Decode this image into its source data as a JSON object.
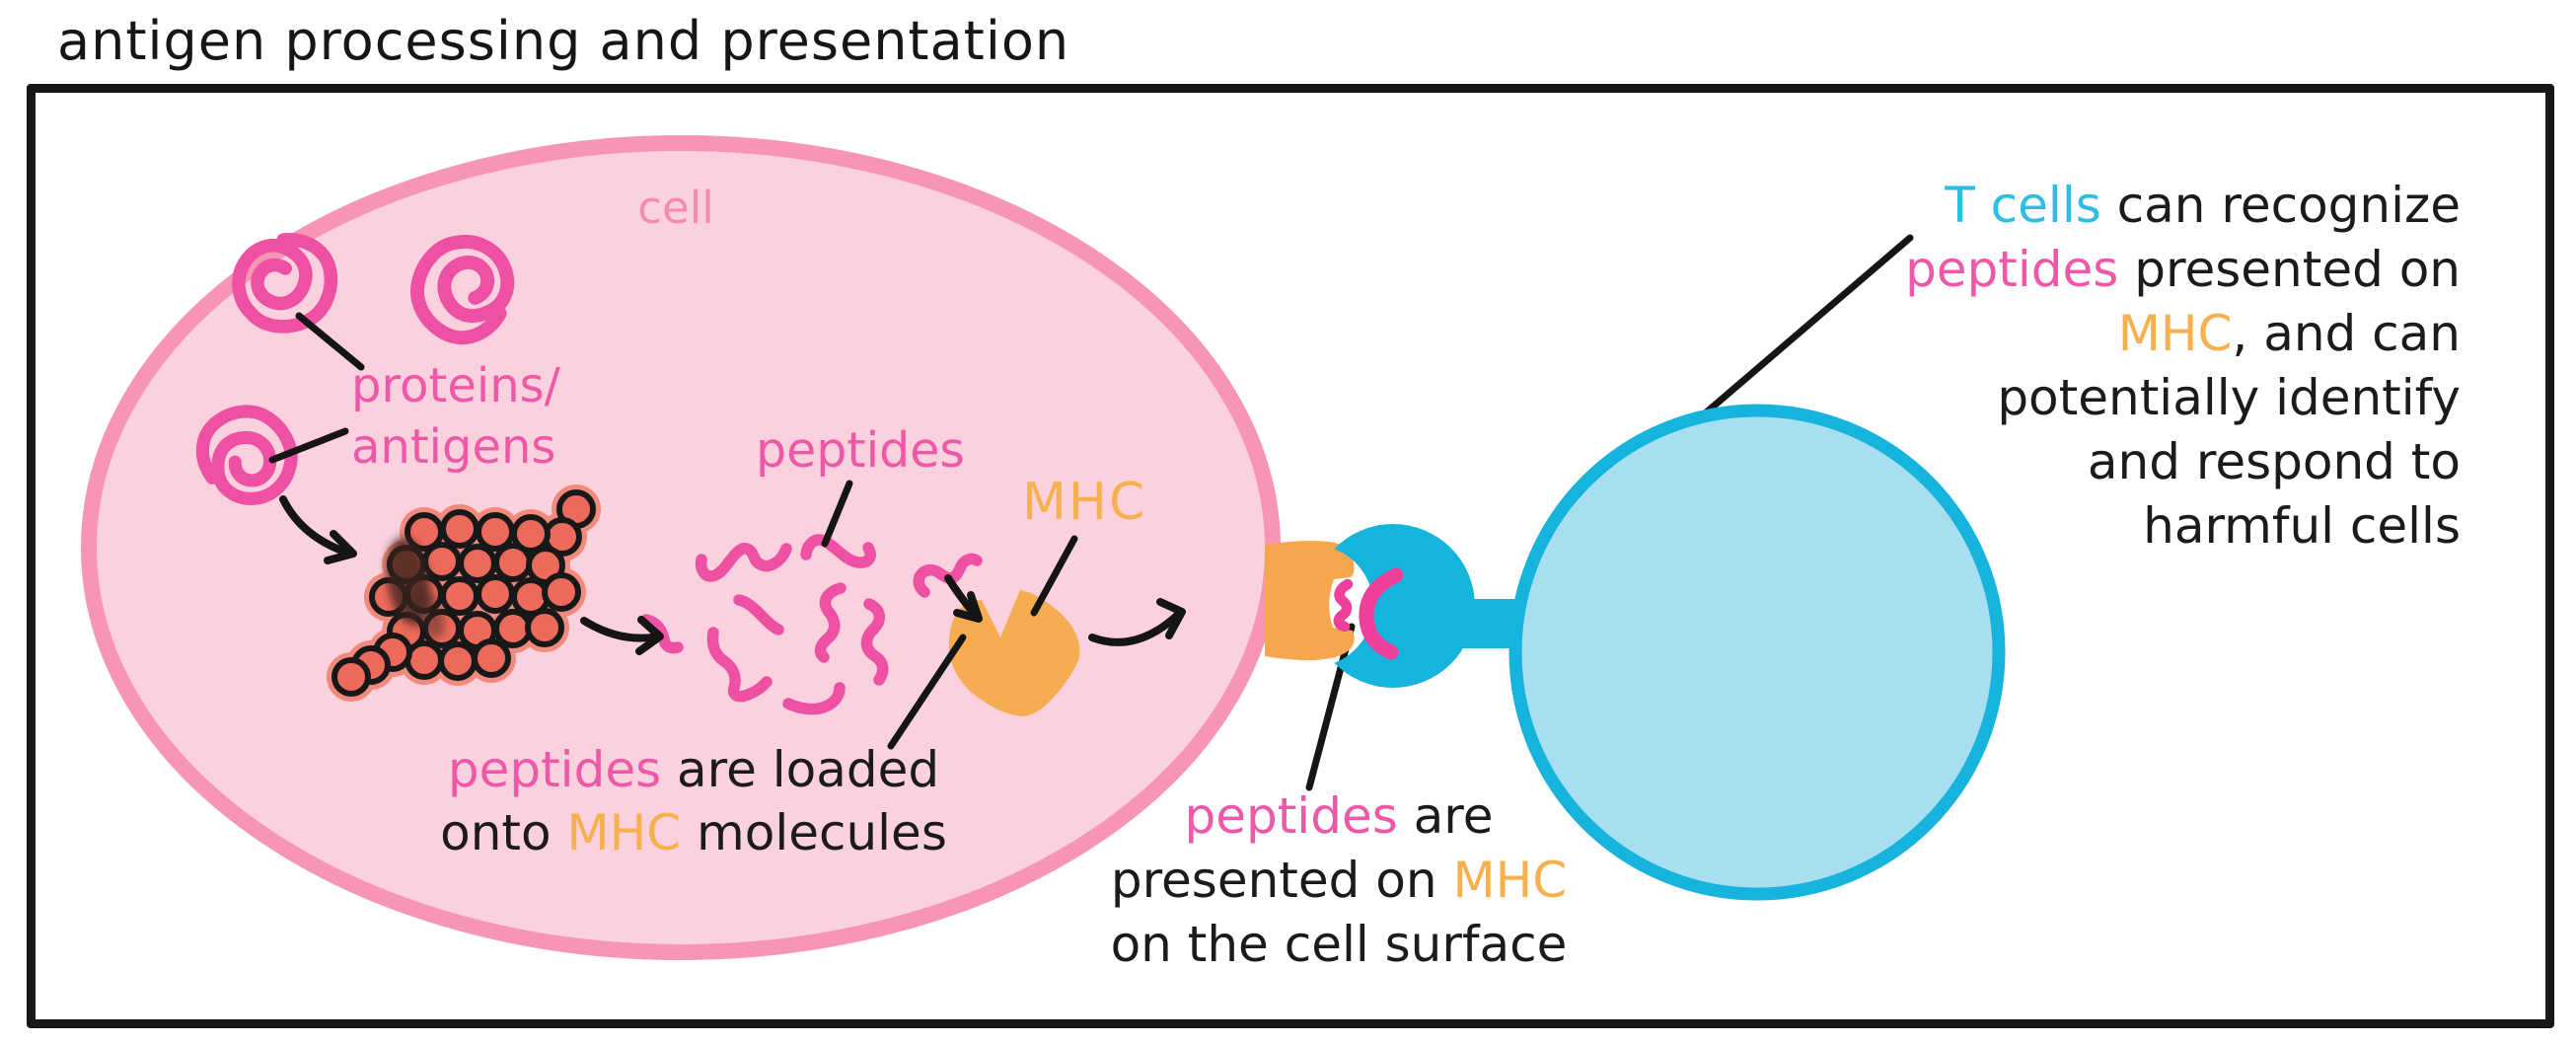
{
  "title": "antigen processing and presentation",
  "cell": {
    "label": "cell"
  },
  "labels": {
    "proteins_antigens": {
      "line1": "proteins/",
      "line2": "antigens"
    },
    "peptides": "peptides",
    "mhc": "MHC"
  },
  "captions": {
    "loaded": {
      "line1": [
        {
          "text": "peptides ",
          "color": "pink"
        },
        {
          "text": "are loaded",
          "color": "black"
        }
      ],
      "line2": [
        {
          "text": "onto ",
          "color": "black"
        },
        {
          "text": "MHC",
          "color": "orange"
        },
        {
          "text": " molecules",
          "color": "black"
        }
      ]
    },
    "presented": {
      "line1": [
        {
          "text": "peptides ",
          "color": "pink"
        },
        {
          "text": "are",
          "color": "black"
        }
      ],
      "line2": [
        {
          "text": "presented on ",
          "color": "black"
        },
        {
          "text": "MHC",
          "color": "orange"
        }
      ],
      "line3": [
        {
          "text": "on the cell surface",
          "color": "black"
        }
      ]
    },
    "tcell": {
      "line1": [
        {
          "text": "T cells",
          "color": "cyan"
        },
        {
          "text": " can recognize",
          "color": "black"
        }
      ],
      "line2": [
        {
          "text": "peptides",
          "color": "pink"
        },
        {
          "text": " presented on",
          "color": "black"
        }
      ],
      "line3": [
        {
          "text": "MHC",
          "color": "orange"
        },
        {
          "text": ", and can",
          "color": "black"
        }
      ],
      "line4": [
        {
          "text": "potentially identify",
          "color": "black"
        }
      ],
      "line5": [
        {
          "text": "and respond to",
          "color": "black"
        }
      ],
      "line6": [
        {
          "text": "harmful cells",
          "color": "black"
        }
      ]
    }
  },
  "colors": {
    "hot_pink": "#ee58a7",
    "magenta": "#ee3f9b",
    "cell_fill": "#fbd1de",
    "cell_border": "#f795b5",
    "orange_mhc": "#f7b04f",
    "proteasome_fill": "#ec6a5b",
    "proteasome_halo": "#f18a7d",
    "smudge": "#3b231c",
    "cyan_solid": "#16b4dc",
    "tcell_fill": "#a8dff0",
    "ink_black": "#1b1b1b"
  }
}
